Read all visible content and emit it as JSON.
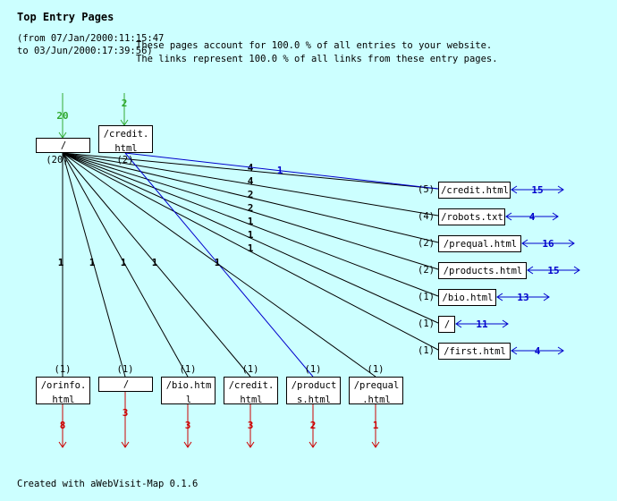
{
  "header": {
    "title": "Top Entry Pages",
    "range_from": "(from 07/Jan/2000:11:15:47",
    "range_to": "to 03/Jun/2000:17:39:56)",
    "summary_line1": "These pages account for 100.0 % of all entries to your website.",
    "summary_line2": "The links represent 100.0 % of all links from these entry pages."
  },
  "colors": {
    "background": "#ccffff",
    "entry_arrow": "#33aa33",
    "link_black": "#000000",
    "link_blue": "#0000cc",
    "exit_arrow": "#cc0000",
    "self_loop": "#0000cc"
  },
  "entry_pages": [
    {
      "label": [
        "/"
      ],
      "entries": "20",
      "out_count": "(20)"
    },
    {
      "label": [
        "/credit.",
        "html"
      ],
      "entries": "2",
      "out_count": "(2)"
    }
  ],
  "right_targets": [
    {
      "label": "/credit.html",
      "count": "(5)",
      "loop": "15"
    },
    {
      "label": "/robots.txt",
      "count": "(4)",
      "loop": "4"
    },
    {
      "label": "/prequal.html",
      "count": "(2)",
      "loop": "16"
    },
    {
      "label": "/products.html",
      "count": "(2)",
      "loop": "15"
    },
    {
      "label": "/bio.html",
      "count": "(1)",
      "loop": "13"
    },
    {
      "label": "/",
      "count": "(1)",
      "loop": "11"
    },
    {
      "label": "/first.html",
      "count": "(1)",
      "loop": "4"
    }
  ],
  "bottom_targets": [
    {
      "label": [
        "/orinfo.",
        "html"
      ],
      "count": "(1)",
      "exits": "8"
    },
    {
      "label": [
        "/"
      ],
      "count": "(1)",
      "exits": "3"
    },
    {
      "label": [
        "/bio.htm",
        "l"
      ],
      "count": "(1)",
      "exits": "3"
    },
    {
      "label": [
        "/credit.",
        "html"
      ],
      "count": "(1)",
      "exits": "3"
    },
    {
      "label": [
        "/product",
        "s.html"
      ],
      "count": "(1)",
      "exits": "2"
    },
    {
      "label": [
        "/prequal",
        ".html"
      ],
      "count": "(1)",
      "exits": "1"
    }
  ],
  "links": [
    {
      "from": 0,
      "to": "r0",
      "value": "4",
      "color": "black"
    },
    {
      "from": 1,
      "to": "r0",
      "value": "1",
      "color": "blue"
    },
    {
      "from": 0,
      "to": "r1",
      "value": "4",
      "color": "black"
    },
    {
      "from": 0,
      "to": "r2",
      "value": "2",
      "color": "black"
    },
    {
      "from": 0,
      "to": "r3",
      "value": "2",
      "color": "black"
    },
    {
      "from": 0,
      "to": "r4",
      "value": "1",
      "color": "black"
    },
    {
      "from": 0,
      "to": "r5",
      "value": "1",
      "color": "black"
    },
    {
      "from": 0,
      "to": "r6",
      "value": "1",
      "color": "black"
    },
    {
      "from": 0,
      "to": "b0",
      "value": "1",
      "color": "black"
    },
    {
      "from": 0,
      "to": "b1",
      "value": "1",
      "color": "black"
    },
    {
      "from": 0,
      "to": "b2",
      "value": "1",
      "color": "black"
    },
    {
      "from": 0,
      "to": "b3",
      "value": "1",
      "color": "black"
    },
    {
      "from": 1,
      "to": "b4",
      "value": "",
      "color": "blue"
    },
    {
      "from": 0,
      "to": "b5",
      "value": "1",
      "color": "black"
    }
  ],
  "footer": "Created with aWebVisit-Map 0.1.6"
}
